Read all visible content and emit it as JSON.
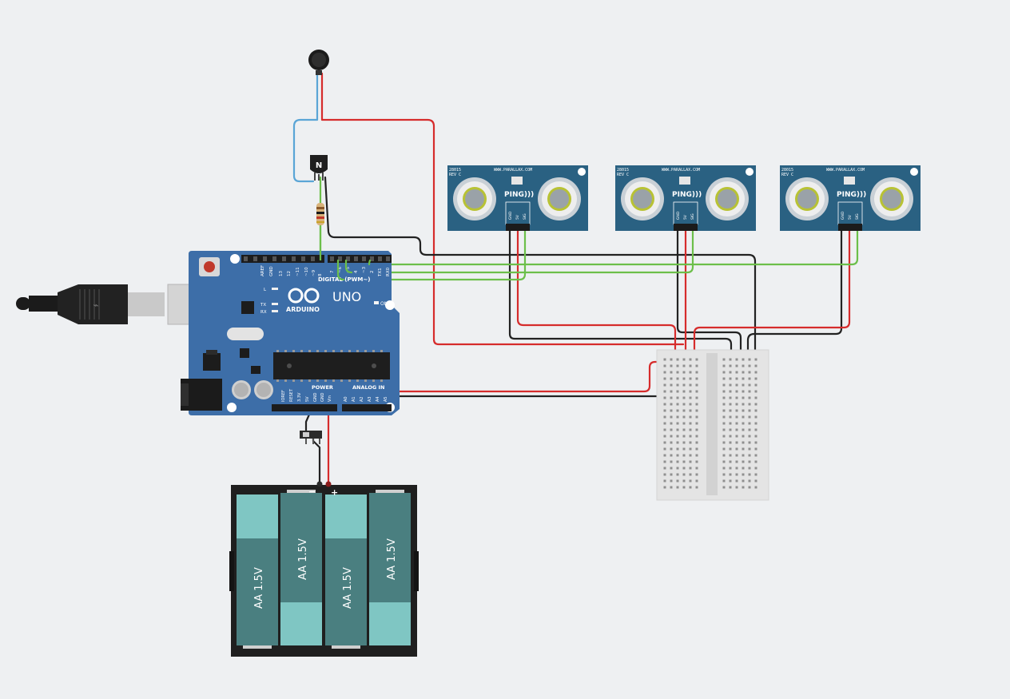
{
  "colors": {
    "background": "#eef0f2",
    "board": "#3d6ea8",
    "board_dark": "#2b578f",
    "sensor_pcb": "#2a6182",
    "wire_red": "#d62c2c",
    "wire_black": "#222222",
    "wire_green": "#6cbf4a",
    "wire_blue": "#5aa5d6",
    "battery_cell": "#4a7f80",
    "battery_cell_light": "#7fc6c3",
    "breadboard": "#e4e4e4"
  },
  "arduino": {
    "logo_text": "ARDUINO",
    "model": "UNO",
    "digital_header": "DIGITAL (PWM~)",
    "power_header": "POWER",
    "analog_header": "ANALOG IN",
    "on_label": "ON",
    "led_labels": [
      "L",
      "TX",
      "RX"
    ],
    "digital_pins": [
      "AREF",
      "GND",
      "13",
      "12",
      "~11",
      "~10",
      "~9",
      "8",
      "7",
      "~6",
      "~5",
      "4",
      "~3",
      "2",
      "TX1",
      "RX0"
    ],
    "power_pins": [
      "IOREF",
      "RESET",
      "3.3V",
      "5V",
      "GND",
      "GND",
      "Vin"
    ],
    "analog_pins": [
      "A0",
      "A1",
      "A2",
      "A3",
      "A4",
      "A5"
    ]
  },
  "transistor": {
    "label": "N"
  },
  "sensors": [
    {
      "model": "28015",
      "rev": "REV C",
      "brand": "WWW.PARALLAX.COM",
      "name": "PING)))",
      "pins": [
        "GND",
        "5V",
        "SIG"
      ]
    },
    {
      "model": "28015",
      "rev": "REV C",
      "brand": "WWW.PARALLAX.COM",
      "name": "PING)))",
      "pins": [
        "GND",
        "5V",
        "SIG"
      ]
    },
    {
      "model": "28015",
      "rev": "REV C",
      "brand": "WWW.PARALLAX.COM",
      "name": "PING)))",
      "pins": [
        "GND",
        "5V",
        "SIG"
      ]
    }
  ],
  "battery": {
    "cells": [
      "AA 1.5V",
      "AA 1.5V",
      "AA 1.5V",
      "AA 1.5V"
    ],
    "minus": "−",
    "plus": "+"
  }
}
